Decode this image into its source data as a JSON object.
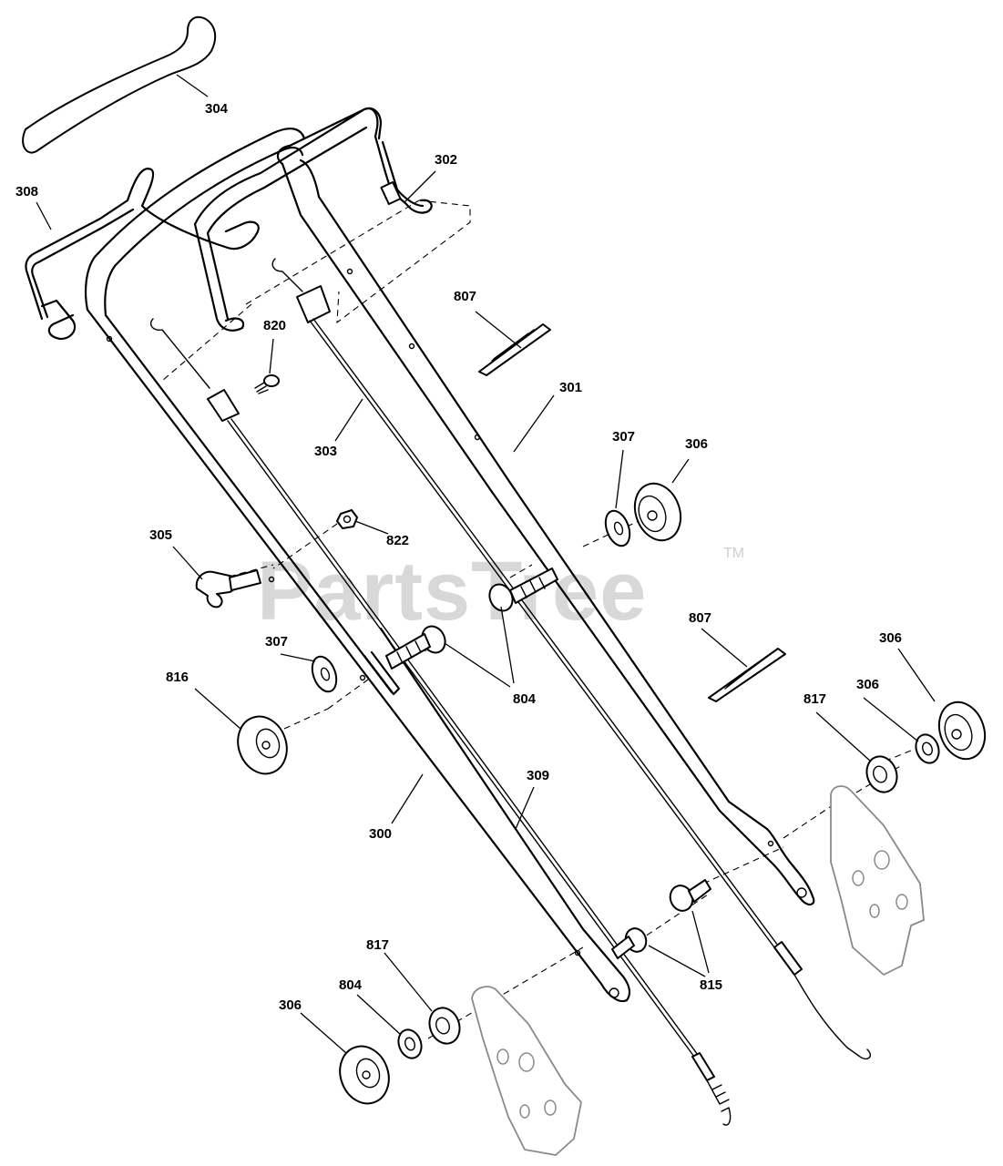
{
  "watermark": {
    "text": "PartsTree",
    "trademark": "TM"
  },
  "callouts": [
    {
      "id": "c304a",
      "label": "304"
    },
    {
      "id": "c302",
      "label": "302"
    },
    {
      "id": "c308",
      "label": "308"
    },
    {
      "id": "c807a",
      "label": "807"
    },
    {
      "id": "c820",
      "label": "820"
    },
    {
      "id": "c301",
      "label": "301"
    },
    {
      "id": "c303",
      "label": "303"
    },
    {
      "id": "c307a",
      "label": "307"
    },
    {
      "id": "c306a",
      "label": "306"
    },
    {
      "id": "c305",
      "label": "305"
    },
    {
      "id": "c822",
      "label": "822"
    },
    {
      "id": "c807b",
      "label": "807"
    },
    {
      "id": "c306b",
      "label": "306"
    },
    {
      "id": "c307b",
      "label": "307"
    },
    {
      "id": "c816",
      "label": "816"
    },
    {
      "id": "c804a",
      "label": "804"
    },
    {
      "id": "c306c",
      "label": "306"
    },
    {
      "id": "c817a",
      "label": "817"
    },
    {
      "id": "c309",
      "label": "309"
    },
    {
      "id": "c300",
      "label": "300"
    },
    {
      "id": "c815",
      "label": "815"
    },
    {
      "id": "c817b",
      "label": "817"
    },
    {
      "id": "c804b",
      "label": "804"
    },
    {
      "id": "c306d",
      "label": "306"
    }
  ]
}
